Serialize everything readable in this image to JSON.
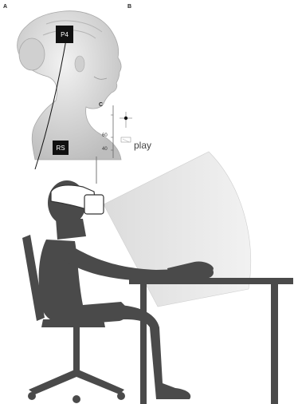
{
  "panels": {
    "a": "A",
    "b": "B",
    "c": "C"
  },
  "electrodes": {
    "p4": "P4",
    "rs": "RS"
  },
  "inset": {
    "ticks": [
      "60",
      "40"
    ]
  },
  "caption_fragment": "play",
  "colors": {
    "silhouette": "#4a4a4a",
    "head_fill": "#e3e3e3",
    "head_shade": "#c9c9c9",
    "screen_fill": "#ececec",
    "headset": "#ffffff"
  }
}
